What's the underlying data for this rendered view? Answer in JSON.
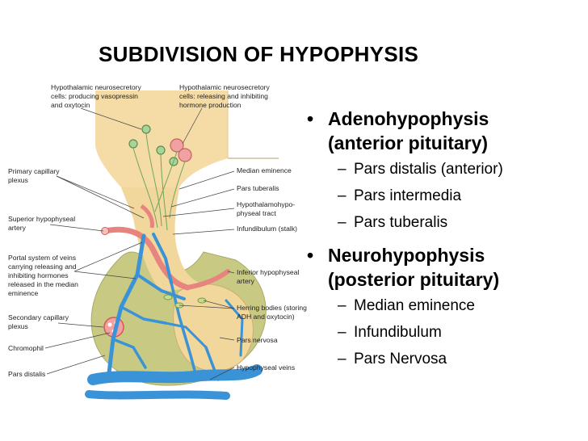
{
  "slide": {
    "title": "SUBDIVISION OF HYPOPHYSIS"
  },
  "diagram": {
    "top_labels": [
      [
        "Hypothalamic neurosecretory",
        "cells: producing vasopressin",
        "and oxytocin"
      ],
      [
        "Hypothalamic neurosecretory",
        "cells: releasing and inhibiting",
        "hormone production"
      ]
    ],
    "left_labels": [
      [
        "Primary capillary",
        "plexus"
      ],
      [
        "Superior hypophyseal",
        "artery"
      ],
      [
        "Portal system of veins",
        "carrying releasing and",
        "inhibiting hormones",
        "released in the median",
        "eminence"
      ],
      [
        "Secondary capillary",
        "plexus"
      ],
      [
        "Chromophil"
      ],
      [
        "Pars distalis"
      ]
    ],
    "right_labels": [
      [
        "Median eminence"
      ],
      [
        "Pars tuberalis"
      ],
      [
        "Hypothalamohypo-",
        "physeal tract"
      ],
      [
        "Infundibulum (stalk)"
      ],
      [
        "Inferior hypophyseal",
        "artery"
      ],
      [
        "Herring bodies (storing",
        "ADH and oxytocin)"
      ],
      [
        "Pars nervosa"
      ],
      [
        "Hypophyseal veins"
      ]
    ]
  },
  "bullets": [
    {
      "marker": "•",
      "label_lines": [
        "Adenohypophysis",
        "(anterior pituitary)"
      ],
      "items": [
        "Pars distalis (anterior)",
        "Pars intermedia",
        "Pars tuberalis"
      ]
    },
    {
      "marker": "•",
      "label_lines": [
        "Neurohypophysis",
        "(posterior pituitary)"
      ],
      "items": [
        "Median eminence",
        "Infundibulum",
        "Pars Nervosa"
      ]
    }
  ],
  "dash": "–",
  "colors": {
    "hypothalamus": "#f5dca6",
    "anterior_lobe": "#c8ca84",
    "posterior_lobe": "#f2d79c",
    "veins": "#3a93d6",
    "artery": "#e8847e"
  }
}
